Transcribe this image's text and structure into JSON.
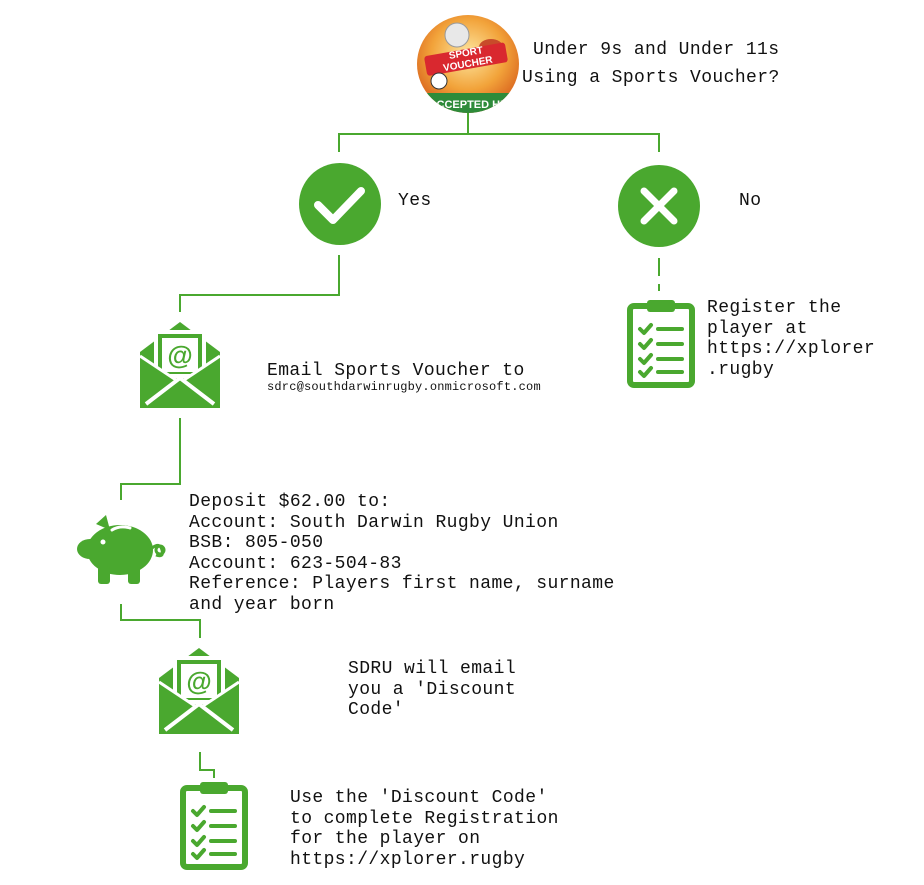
{
  "colors": {
    "green": "#4aa82f",
    "dark_green": "#2f7d1e",
    "text": "#111111"
  },
  "header": {
    "logo": {
      "name": "sport-voucher-badge",
      "line1": "SPORT",
      "line2": "VOUCHER",
      "line3": "ACCEPTED HE"
    },
    "question_line1": "Under 9s and Under 11s",
    "question_line2": "Using a Sports Voucher?"
  },
  "branches": {
    "yes": {
      "label": "Yes",
      "icon": "check-icon"
    },
    "no": {
      "label": "No",
      "icon": "cross-icon"
    }
  },
  "no_path": {
    "icon": "clipboard-checklist-icon",
    "lines": [
      "Register the",
      "player at",
      "https://xplorer",
      ".rugby"
    ]
  },
  "steps": {
    "email": {
      "icon": "email-at-envelope-icon",
      "title": "Email Sports Voucher to",
      "address": "sdrc@southdarwinrugby.onmicrosoft.com"
    },
    "deposit": {
      "icon": "piggy-bank-icon",
      "lines": [
        "Deposit $62.00 to:",
        "Account: South Darwin Rugby Union",
        "BSB: 805-050",
        "Account: 623-504-83",
        "Reference: Players first name, surname",
        "and year born"
      ]
    },
    "discount": {
      "icon": "email-at-envelope-icon",
      "lines": [
        "SDRU will email",
        "you a 'Discount",
        "Code'"
      ]
    },
    "complete": {
      "icon": "clipboard-checklist-icon",
      "lines": [
        "Use the 'Discount Code'",
        "to complete Registration",
        "for the player on",
        "https://xplorer.rugby"
      ]
    }
  }
}
